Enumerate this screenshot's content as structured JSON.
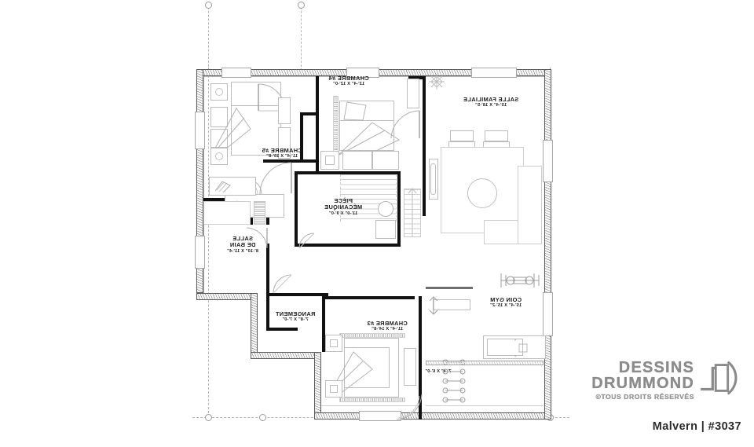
{
  "document": {
    "type": "floor-plan",
    "level": "basement",
    "orientation": "mirrored"
  },
  "plan": {
    "rooms": [
      {
        "id": "chambre4",
        "name": "CHAMBRE #4",
        "dimensions": "12'-4\" X 12'-0\""
      },
      {
        "id": "salle_fam",
        "name": "SALLE FAMILIALE",
        "dimensions": "15'-4\" X 18'-5\""
      },
      {
        "id": "chambre5",
        "name": "CHAMBRE #5",
        "dimensions": "11'-4\" X 15'-8\""
      },
      {
        "id": "mecanique",
        "name_line1": "PIÈCE",
        "name_line2": "MÉCANIQUE",
        "dimensions": "11'-0\" X 9'-0\""
      },
      {
        "id": "bain",
        "name_line1": "SALLE",
        "name_line2": "DE BAIN",
        "dimensions": "8'-10\" X 11'-4\""
      },
      {
        "id": "rangement",
        "name": "RANGEMENT",
        "dimensions": "7'-8\" X 7'-0\""
      },
      {
        "id": "chambre3",
        "name": "CHAMBRE #3",
        "dimensions": "11'-4\" X 14'-8\""
      },
      {
        "id": "coin_gym",
        "name": "COIN GYM",
        "dimensions": "15'-4\" X 15'-2\""
      },
      {
        "id": "walkin3",
        "name": "",
        "dimensions": "7'-4\" X 6'-0\""
      }
    ]
  },
  "branding": {
    "line1": "DESSINS",
    "line2": "DRUMMOND",
    "copyright": "©TOUS DROITS RÉSERVÉS",
    "logo_icon": "drummond-door-logo",
    "plan_title": "Malvern | #3037",
    "text_color": "#8b8b8b",
    "title_color": "#2b2b2b"
  }
}
